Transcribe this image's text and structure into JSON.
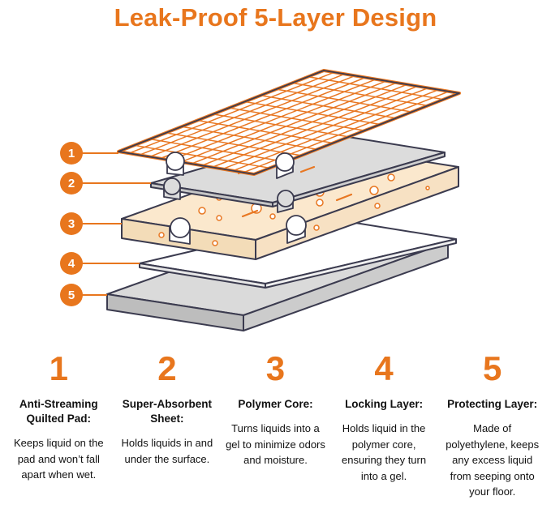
{
  "title": "Leak-Proof 5-Layer Design",
  "colors": {
    "accent_orange": "#E8761D",
    "outline_navy": "#3B3B4F",
    "core_cream": "#FBE8CD",
    "sheet_gray": "#DCDCDC",
    "base_gray": "#DADADA",
    "text": "#111111"
  },
  "diagram": {
    "layer_names": [
      "quilted-mesh-top-pad",
      "super-absorbent-sheet",
      "polymer-core",
      "locking-layer-sheet",
      "protecting-base-layer"
    ]
  },
  "layers": [
    {
      "number": "1",
      "title": "Anti-Streaming Quilted Pad:",
      "description": "Keeps liquid on the pad and won’t fall apart when wet."
    },
    {
      "number": "2",
      "title": "Super-Absorbent Sheet:",
      "description": "Holds liquids in and under the surface."
    },
    {
      "number": "3",
      "title": "Polymer Core:",
      "description": "Turns liquids into a gel to minimize odors and moisture."
    },
    {
      "number": "4",
      "title": "Locking Layer:",
      "description": "Holds liquid in the polymer core, ensuring they turn into a gel."
    },
    {
      "number": "5",
      "title": "Protecting Layer:",
      "description": "Made of polyethylene, keeps any excess liquid from seeping onto your floor."
    }
  ]
}
